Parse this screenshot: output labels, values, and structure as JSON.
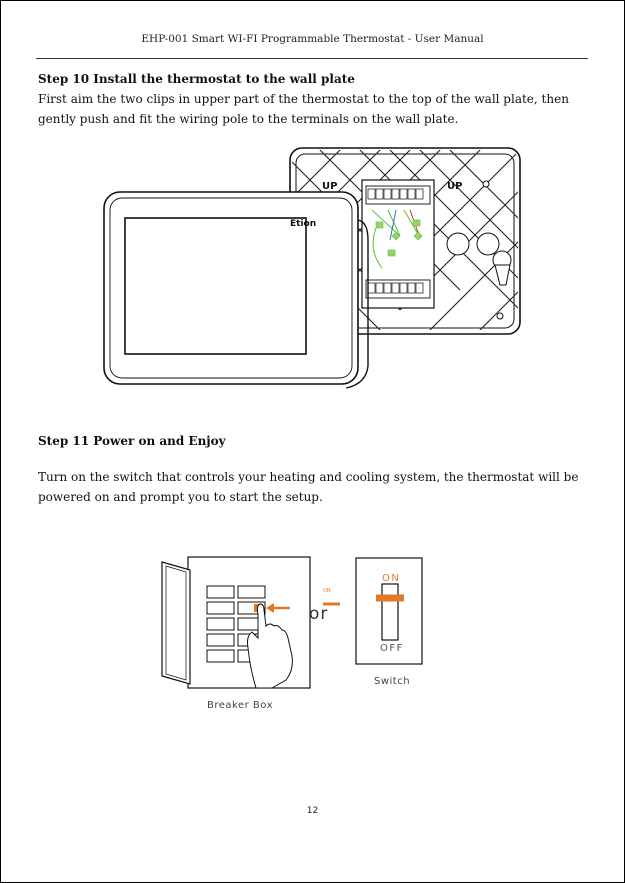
{
  "header": {
    "title": "EHP-001 Smart WI-FI Programmable Thermostat  -   User Manual"
  },
  "step10": {
    "heading": "Step 10  Install the thermostat to the wall plate",
    "body": "First aim the two clips in upper part of the thermostat to the top of the wall plate, then gently push and fit the wiring pole to the terminals on the wall plate."
  },
  "illustration1": {
    "brand": "Etion",
    "up_left": "UP",
    "up_right": "UP"
  },
  "step11": {
    "heading": "Step 11 Power on and Enjoy",
    "body": "Turn on the switch that controls your heating and cooling system, the thermostat will be powered on and prompt you to start the setup."
  },
  "illustration2": {
    "breaker_label": "Breaker Box",
    "or_label": "or",
    "on_small": "ON",
    "on_label": "ON",
    "off_label": "OFF",
    "switch_label": "Switch"
  },
  "footer": {
    "page_number": "12"
  },
  "colors": {
    "accent": "#e07a2a",
    "wire_green": "#5bbf3a"
  }
}
